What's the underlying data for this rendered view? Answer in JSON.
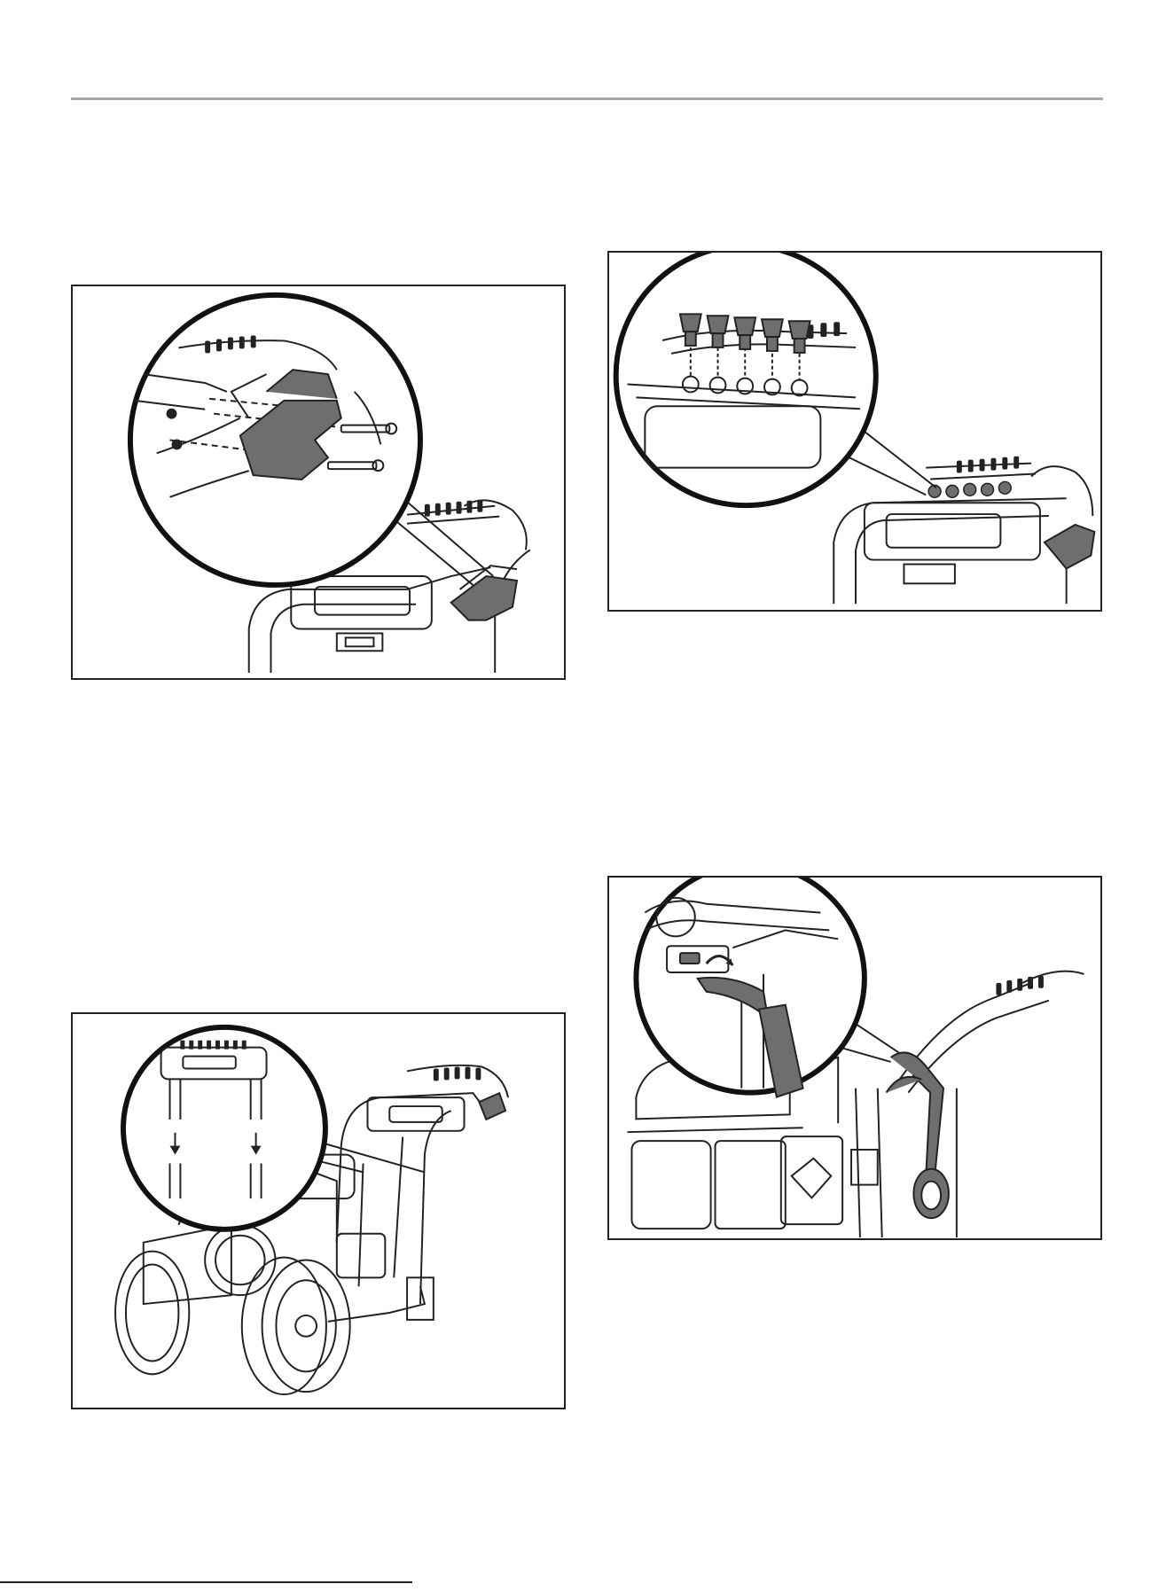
{
  "page": {
    "background": "#ffffff",
    "rule_color": "#a8a8a8",
    "line_color": "#222222",
    "part_fill": "#6e6e6e"
  },
  "figures": [
    {
      "id": "fig1",
      "icon": "hose-hook-bracket-bolt-assembly"
    },
    {
      "id": "fig2",
      "icon": "spray-nozzle-tips-holder"
    },
    {
      "id": "fig3",
      "icon": "handle-frame-insertion"
    },
    {
      "id": "fig4",
      "icon": "hook-and-loop-strap-attachment"
    }
  ]
}
